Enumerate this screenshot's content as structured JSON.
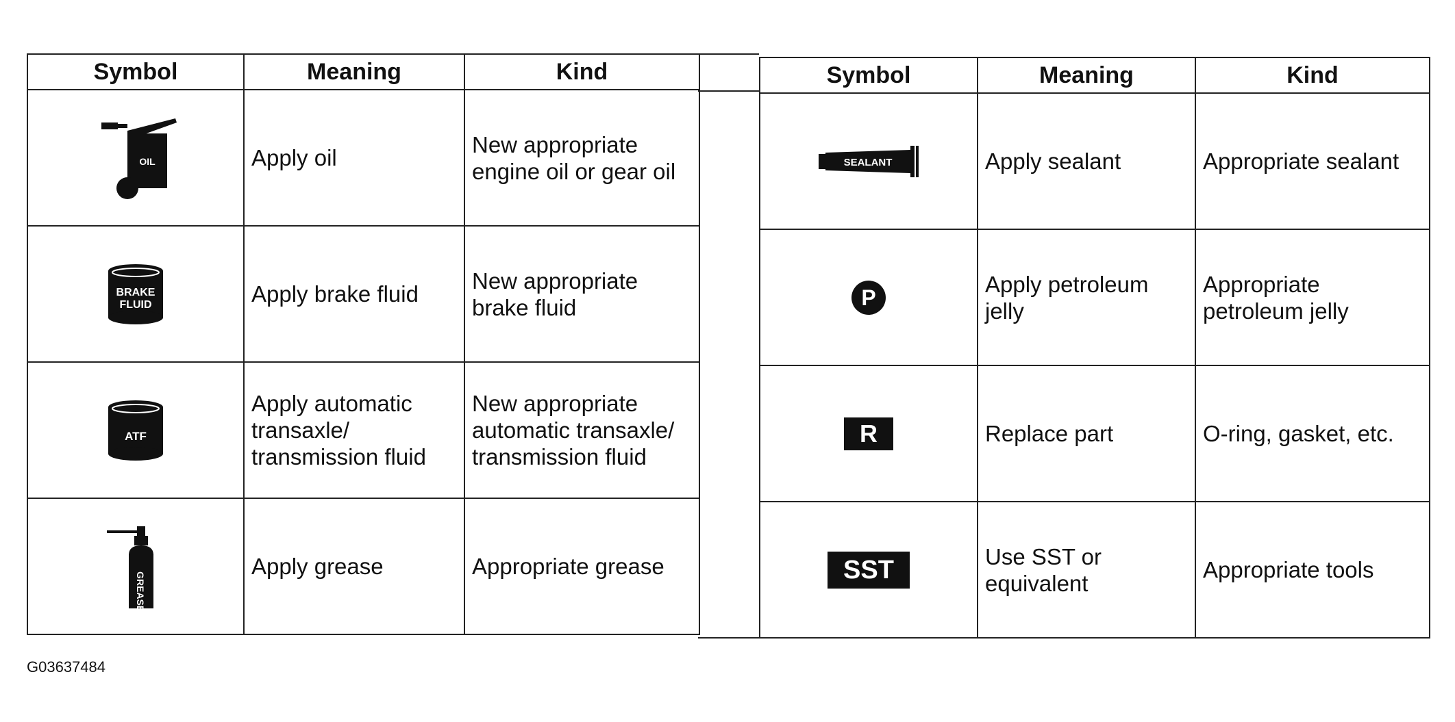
{
  "left_table": {
    "headers": [
      "Symbol",
      "Meaning",
      "Kind"
    ],
    "rows": [
      {
        "icon": "oil-can-icon",
        "icon_label": "OIL",
        "meaning": "Apply oil",
        "kind": "New appropriate engine oil or gear oil"
      },
      {
        "icon": "brake-fluid-can-icon",
        "icon_label_1": "BRAKE",
        "icon_label_2": "FLUID",
        "meaning": "Apply brake fluid",
        "kind": "New appropriate brake fluid"
      },
      {
        "icon": "atf-can-icon",
        "icon_label": "ATF",
        "meaning": "Apply automatic transaxle/ transmission fluid",
        "kind": "New appropriate automatic transaxle/ transmission fluid"
      },
      {
        "icon": "grease-can-icon",
        "icon_label": "GREASE",
        "meaning": "Apply grease",
        "kind": "Appropriate grease"
      }
    ]
  },
  "right_table": {
    "headers": [
      "Symbol",
      "Meaning",
      "Kind"
    ],
    "rows": [
      {
        "icon": "sealant-tube-icon",
        "icon_label": "SEALANT",
        "meaning": "Apply sealant",
        "kind": "Appropriate sealant"
      },
      {
        "icon": "petroleum-jelly-icon",
        "icon_label": "P",
        "meaning": "Apply petroleum jelly",
        "kind": "Appropriate petroleum jelly"
      },
      {
        "icon": "replace-part-icon",
        "icon_label": "R",
        "meaning": "Replace part",
        "kind": "O-ring, gasket, etc."
      },
      {
        "icon": "sst-icon",
        "icon_label": "SST",
        "meaning": "Use SST or equivalent",
        "kind": "Appropriate tools"
      }
    ]
  },
  "figure_id": "G03637484"
}
